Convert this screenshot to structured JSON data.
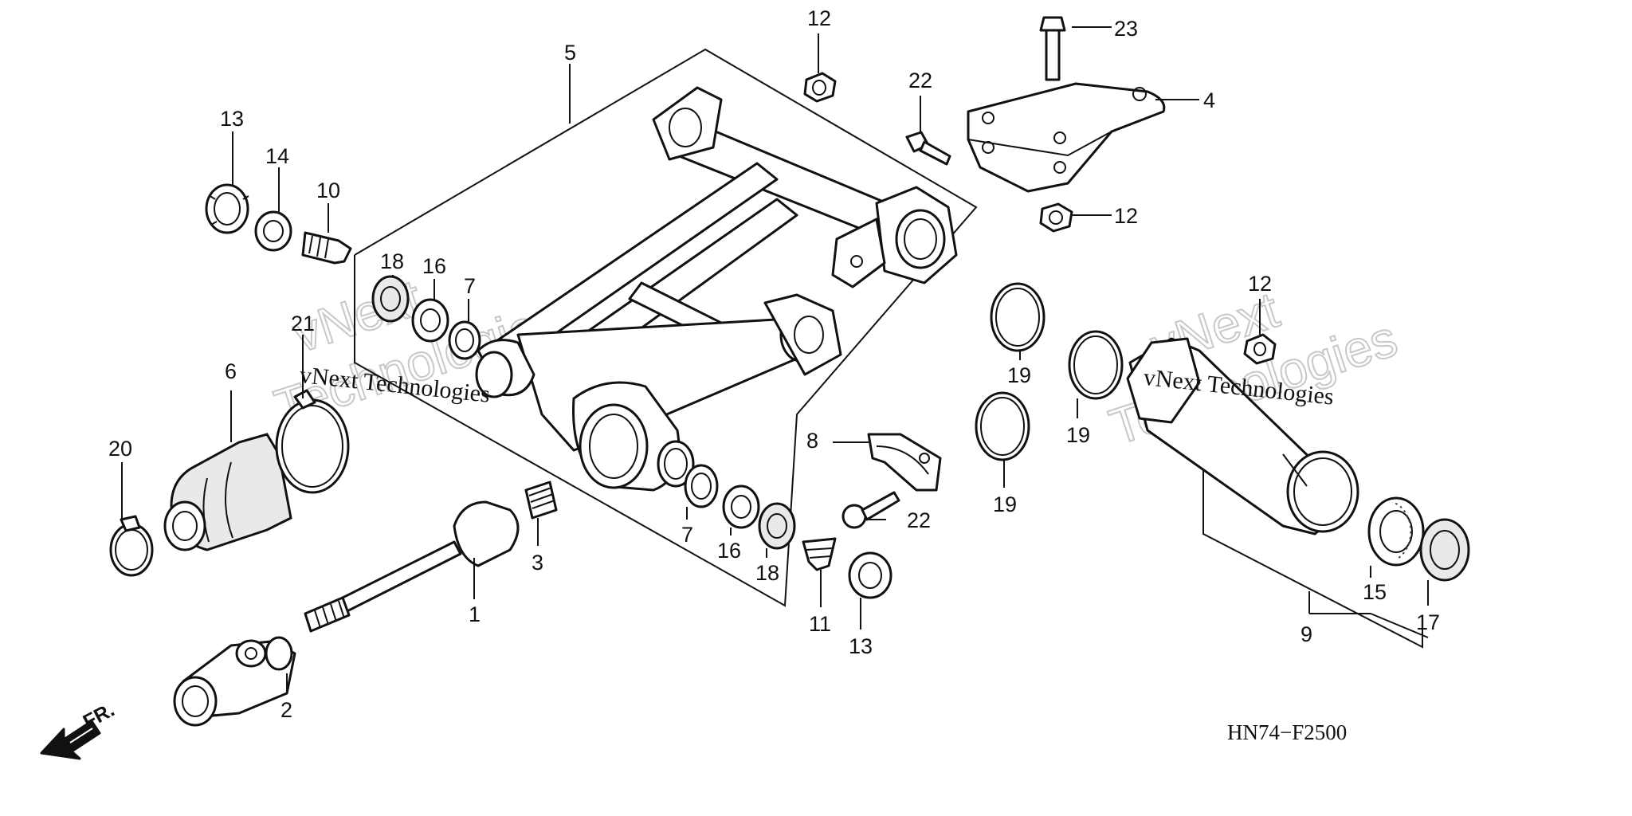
{
  "callouts": [
    "1",
    "2",
    "3",
    "4",
    "5",
    "6",
    "7",
    "8",
    "9",
    "10",
    "11",
    "12",
    "13",
    "14",
    "15",
    "16",
    "17",
    "18",
    "19",
    "20",
    "21",
    "22",
    "23"
  ],
  "diagram_code": "HN74−F2500",
  "direction_label": "FR.",
  "watermark": {
    "line1": "vNext Technologies",
    "outline_a": "vNext",
    "outline_b": "Technologies"
  }
}
